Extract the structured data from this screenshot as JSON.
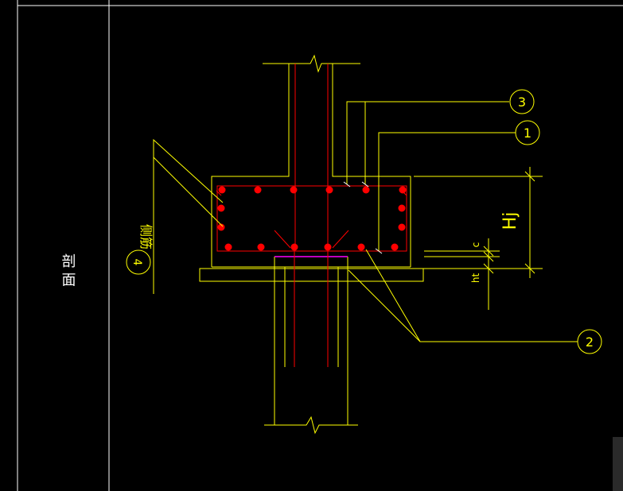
{
  "drawing": {
    "section_label": "剖 面",
    "callouts": [
      {
        "id": "callout-3",
        "label": "3"
      },
      {
        "id": "callout-1",
        "label": "1"
      },
      {
        "id": "callout-2",
        "label": "2"
      },
      {
        "id": "callout-4",
        "label": "4"
      }
    ],
    "side_label": "侧筋",
    "dimensions": {
      "hj": "Hj",
      "c": "c",
      "ht": "ht"
    },
    "colors": {
      "background": "#000000",
      "concrete_line": "#ffff00",
      "rebar": "#ff0000",
      "frame": "#ffffff",
      "cover_line": "#ff00ff"
    }
  }
}
